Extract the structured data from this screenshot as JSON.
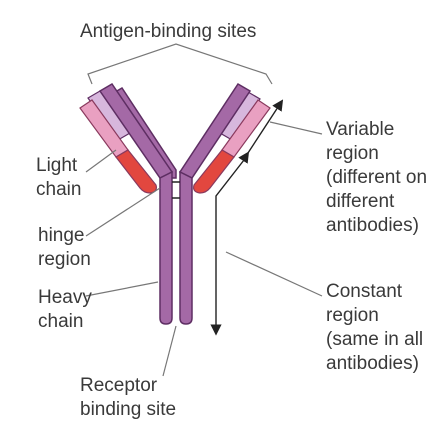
{
  "labels": {
    "antigen_binding_sites": "Antigen-binding sites",
    "light_chain": [
      "Light",
      "chain"
    ],
    "hinge_region": [
      "hinge",
      "region"
    ],
    "heavy_chain": [
      "Heavy",
      "chain"
    ],
    "receptor_binding_site": [
      "Receptor",
      "binding site"
    ],
    "variable_region": [
      "Variable",
      "region",
      "(different on",
      "different",
      "antibodies)"
    ],
    "constant_region": [
      "Constant",
      "region",
      "(same in all",
      "antibodies)"
    ]
  },
  "colors": {
    "heavy_chain_fill": "#a469a6",
    "heavy_chain_stroke": "#5e2e63",
    "heavy_variable_fill": "#d7b7dd",
    "light_chain_fill": "#e9a0c1",
    "light_chain_stroke": "#8a3a5e",
    "light_constant_fill": "#e2473f",
    "leader_line": "#777777",
    "text": "#3a3a3a"
  }
}
